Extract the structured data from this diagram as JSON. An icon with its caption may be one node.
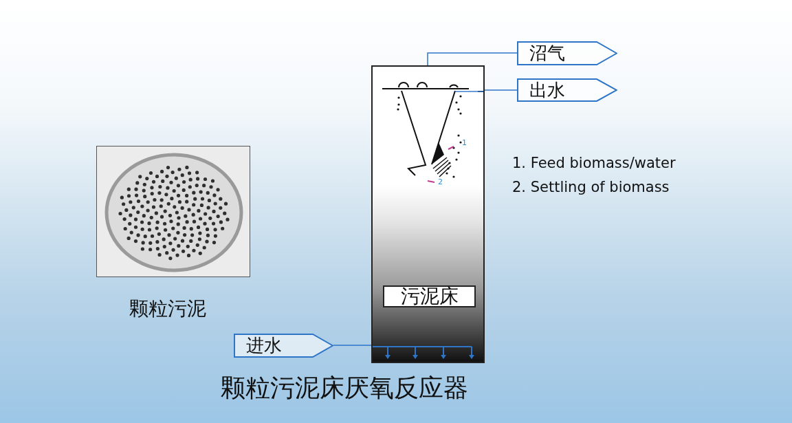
{
  "diagram": {
    "caption": "颗粒污泥床厌氧反应器",
    "nodes": [
      {
        "text": [
          "沼气"
        ]
      },
      {
        "text": [],
        "shape": "box"
      },
      {
        "text": [
          "出水"
        ]
      },
      {
        "text": [
          "污泥床"
        ],
        "in": 1
      },
      {
        "text": [
          "进水"
        ]
      }
    ],
    "edges": [
      {
        "from": 1,
        "to": 0,
        "arrow": "none"
      },
      {
        "from": 1,
        "to": 2,
        "arrow": "none"
      },
      {
        "from": 4,
        "to": 1,
        "arrow": "none"
      }
    ],
    "labels": [
      "1",
      "1. Feed biomass/water",
      "2. Settling of biomass",
      "2",
      "颗粒污泥"
    ]
  }
}
